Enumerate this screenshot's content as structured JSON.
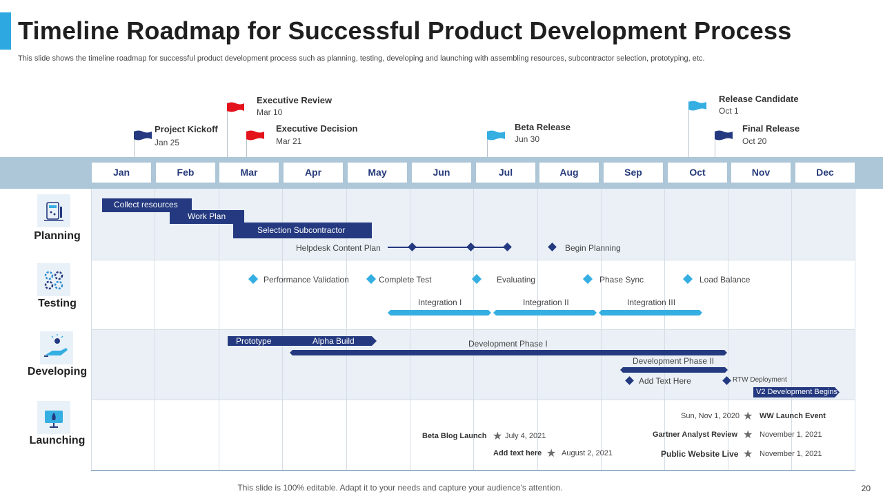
{
  "header": {
    "title": "Timeline Roadmap for Successful Product Development Process",
    "subtitle": "This slide shows the timeline roadmap for successful product development process such as planning, testing, developing and launching with assembling resources, subcontractor selection, prototyping, etc."
  },
  "months": [
    "Jan",
    "Feb",
    "Mar",
    "Apr",
    "May",
    "Jun",
    "Jul",
    "Aug",
    "Sep",
    "Oct",
    "Nov",
    "Dec"
  ],
  "milestones": [
    {
      "title": "Project Kickoff",
      "date": "Jan 25"
    },
    {
      "title": "Executive Review",
      "date": "Mar 10"
    },
    {
      "title": "Executive Decision",
      "date": "Mar 21"
    },
    {
      "title": "Beta Release",
      "date": "Jun 30"
    },
    {
      "title": "Release Candidate",
      "date": "Oct 1"
    },
    {
      "title": "Final Release",
      "date": "Oct 20"
    }
  ],
  "categories": {
    "planning": "Planning",
    "testing": "Testing",
    "developing": "Developing",
    "launching": "Launching"
  },
  "planning": {
    "collect": "Collect resources",
    "work_plan": "Work Plan",
    "selection": "Selection Subcontractor",
    "helpdesk": "Helpdesk Content Plan",
    "begin": "Begin Planning"
  },
  "testing": {
    "perf": "Performance Validation",
    "complete": "Complete Test",
    "evaluating": "Evaluating",
    "phase_sync": "Phase Sync",
    "load_balance": "Load Balance",
    "integration1": "Integration I",
    "integration2": "Integration II",
    "integration3": "Integration III"
  },
  "developing": {
    "prototype": "Prototype",
    "alpha": "Alpha Build",
    "phase1": "Development Phase I",
    "phase2": "Development Phase II",
    "add_text": "Add Text Here",
    "rtw": "RTW Deployment",
    "v2": "V2 Development Begins"
  },
  "launching": {
    "beta_blog": "Beta Blog Launch",
    "beta_blog_date": "July 4, 2021",
    "add_text": "Add text here",
    "add_text_date": "August 2, 2021",
    "ww_date": "Sun, Nov 1, 2020",
    "ww": "WW Launch Event",
    "gartner": "Gartner Analyst Review",
    "gartner_date": "November 1, 2021",
    "public": "Public Website Live",
    "public_date": "November 1, 2021"
  },
  "footer": {
    "note": "This slide is 100% editable. Adapt it to your needs and capture your audience's attention.",
    "page": "20"
  },
  "colors": {
    "accent": "#2ea8e0",
    "navy": "#24397f",
    "light_blue": "#35aee2",
    "flag_red": "#e3131b",
    "band": "#adc6d8",
    "row_tint": "#eaf0f6"
  }
}
